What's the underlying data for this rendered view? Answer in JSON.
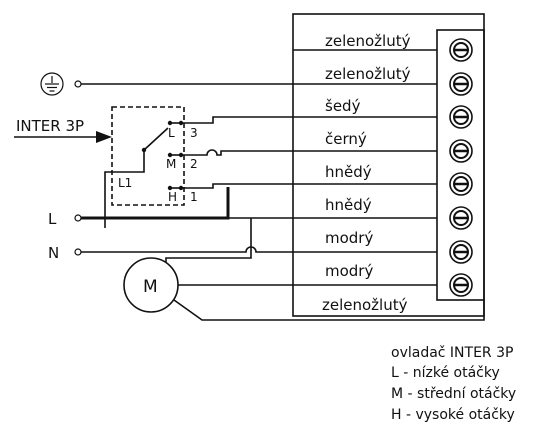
{
  "terminal_block": {
    "wires": [
      {
        "label": "zelenožlutý"
      },
      {
        "label": "zelenožlutý"
      },
      {
        "label": "šedý"
      },
      {
        "label": "černý"
      },
      {
        "label": "hnědý"
      },
      {
        "label": "hnědý"
      },
      {
        "label": "modrý"
      },
      {
        "label": "modrý"
      }
    ],
    "bottom_label": "zelenožlutý"
  },
  "inputs": {
    "switch_label": "INTER 3P",
    "line_label": "L",
    "neutral_label": "N",
    "ground_icon": "ground-icon"
  },
  "switch": {
    "terminals": [
      {
        "letter": "L",
        "number": "3"
      },
      {
        "letter": "M",
        "number": "2"
      },
      {
        "letter": "H",
        "number": "1"
      }
    ],
    "input_label": "L1"
  },
  "motor": {
    "label": "M"
  },
  "legend": {
    "lines": [
      "ovladač INTER 3P",
      "L - nízké otáčky",
      "M - střední otáčky",
      "H - vysoké otáčky"
    ]
  }
}
